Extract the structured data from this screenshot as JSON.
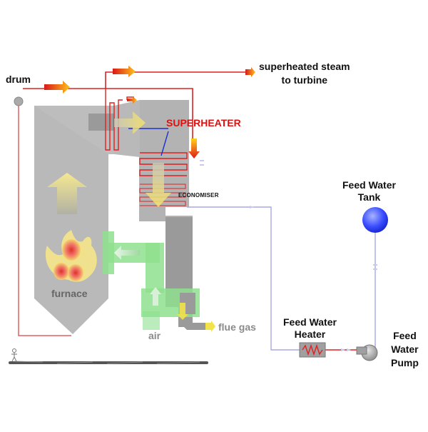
{
  "labels": {
    "drum": "drum",
    "superheated_steam_line1": "superheated steam",
    "superheated_steam_line2": "to turbine",
    "superheater": "SUPERHEATER",
    "economiser": "ECONOMISER",
    "feed_water_tank_line1": "Feed Water",
    "feed_water_tank_line2": "Tank",
    "feed_water_heater_line1": "Feed Water",
    "feed_water_heater_line2": "Heater",
    "feed_water_pump_line1": "Feed",
    "feed_water_pump_line2": "Water",
    "feed_water_pump_line3": "Pump",
    "furnace": "furnace",
    "air": "air",
    "flue_gas": "flue gas"
  },
  "colors": {
    "boiler_body": "#b9b9b9",
    "boiler_dark": "#9a9a9a",
    "steam_pipe": "#e02020",
    "water_pipe": "#a9a9e6",
    "air_preheater": "#8ee08e",
    "feed_tank": "#3a4dff",
    "superheater_label": "#e01010",
    "arrow_hot": "#ff7a00",
    "arrow_warm": "#f2e34a"
  },
  "icons": {
    "flame": "flame-icon",
    "person": "person-icon",
    "drum": "drum-icon",
    "pump": "pump-icon",
    "tank": "tank-icon",
    "heater": "heater-coil-icon"
  }
}
